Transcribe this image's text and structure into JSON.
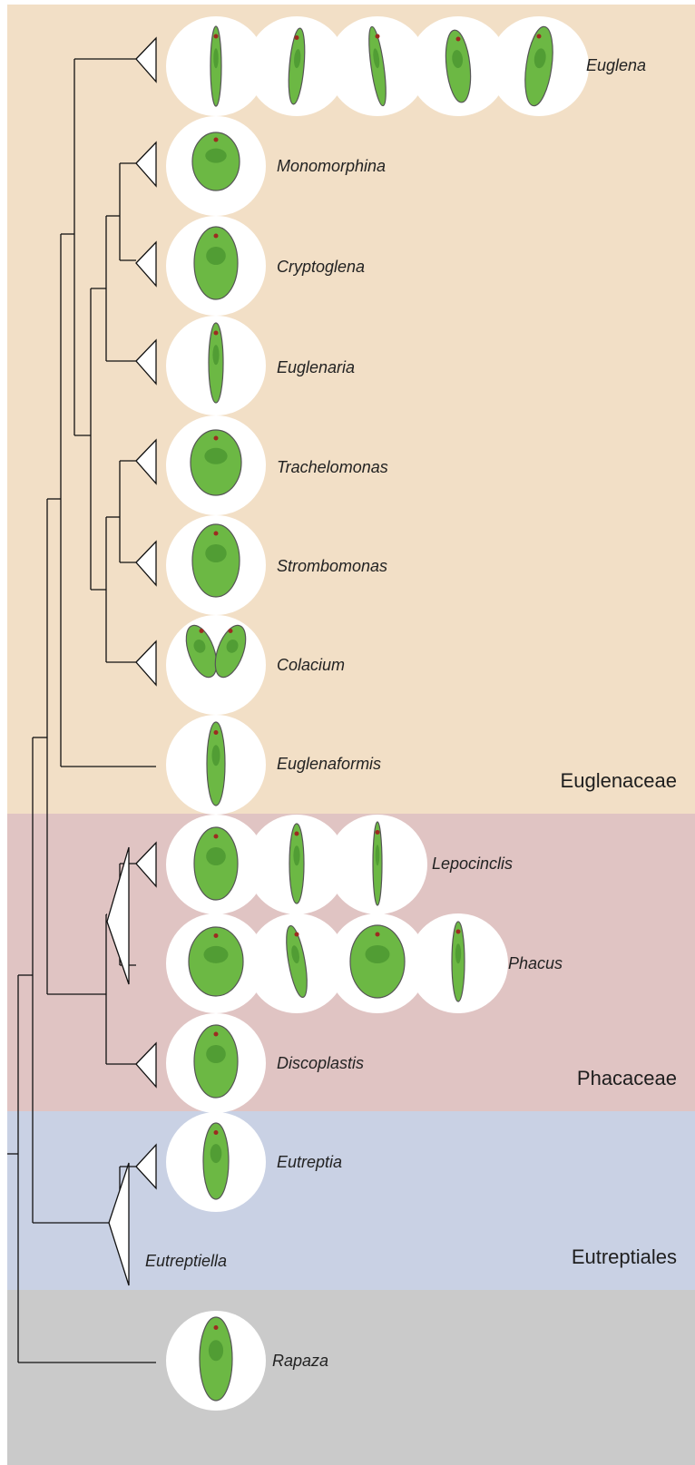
{
  "families": [
    {
      "name": "Euglenaceae",
      "color": "#f2dfc6"
    },
    {
      "name": "Phacaceae",
      "color": "#e0c4c3"
    },
    {
      "name": "Eutreptiales",
      "color": "#c9d1e4"
    },
    {
      "name": "",
      "color": "#cacaca"
    }
  ],
  "taxa": [
    {
      "name": "Euglena",
      "group": "Euglenaceae"
    },
    {
      "name": "Monomorphina",
      "group": "Euglenaceae"
    },
    {
      "name": "Cryptoglena",
      "group": "Euglenaceae"
    },
    {
      "name": "Euglenaria",
      "group": "Euglenaceae"
    },
    {
      "name": "Trachelomonas",
      "group": "Euglenaceae"
    },
    {
      "name": "Strombomonas",
      "group": "Euglenaceae"
    },
    {
      "name": "Colacium",
      "group": "Euglenaceae"
    },
    {
      "name": "Euglenaformis",
      "group": "Euglenaceae"
    },
    {
      "name": "Lepocinclis",
      "group": "Phacaceae"
    },
    {
      "name": "Phacus",
      "group": "Phacaceae"
    },
    {
      "name": "Discoplastis",
      "group": "Phacaceae"
    },
    {
      "name": "Eutreptia",
      "group": "Eutreptiales"
    },
    {
      "name": "Eutreptiella",
      "group": "Eutreptiales"
    },
    {
      "name": "Rapaza",
      "group": ""
    }
  ],
  "colors": {
    "cell_green": "#6cb844",
    "cell_dark_green": "#3f8a2a",
    "cell_outline": "#555555",
    "tree_line": "#111111"
  }
}
